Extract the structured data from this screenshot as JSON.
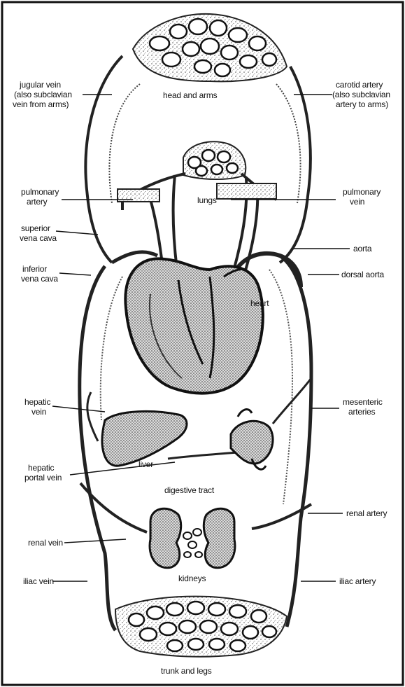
{
  "labels": {
    "jugular_vein": [
      "jugular vein",
      "(also subclavian",
      "vein from arms)"
    ],
    "carotid_artery": [
      "carotid artery",
      "(also subclavian",
      "artery to arms)"
    ],
    "head_and_arms": "head and arms",
    "lungs": "lungs",
    "pulmonary_artery": [
      "pulmonary",
      "artery"
    ],
    "pulmonary_vein": [
      "pulmonary",
      "vein"
    ],
    "superior_vena_cava": [
      "superior",
      "vena cava"
    ],
    "inferior_vena_cava": [
      "inferior",
      "vena cava"
    ],
    "aorta": "aorta",
    "dorsal_aorta": "dorsal aorta",
    "heart": "heart",
    "hepatic_vein": [
      "hepatic",
      "vein"
    ],
    "mesenteric_arteries": [
      "mesenteric",
      "arteries"
    ],
    "liver": "liver",
    "hepatic_portal_vein": [
      "hepatic",
      "portal vein"
    ],
    "digestive_tract": "digestive tract",
    "renal_artery": "renal artery",
    "renal_vein": "renal vein",
    "kidneys": "kidneys",
    "iliac_vein": "iliac vein",
    "iliac_artery": "iliac artery",
    "trunk_and_legs": "trunk and legs"
  }
}
